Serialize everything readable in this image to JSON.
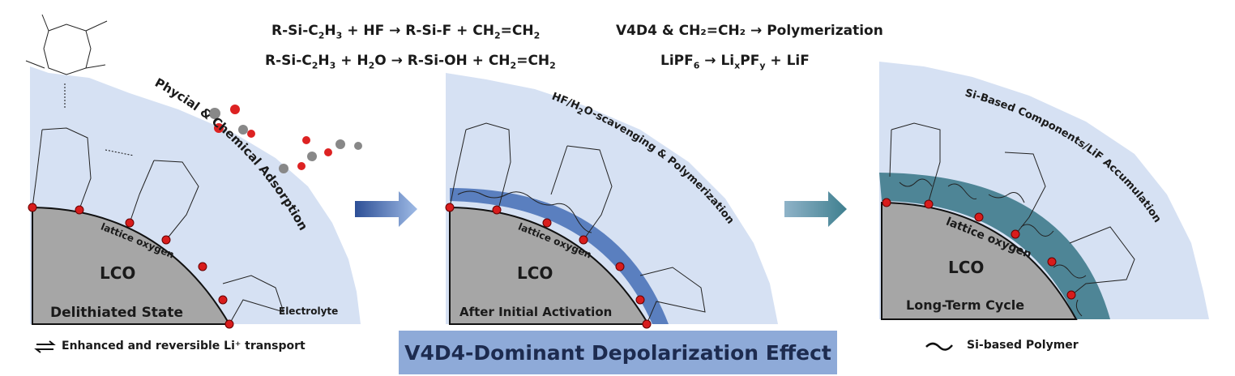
{
  "equations": {
    "eq1": {
      "a": "R-Si-C",
      "s1": "2",
      "b": "H",
      "s2": "3",
      "c": " + HF → R-Si-F + CH",
      "s3": "2",
      "d": "=CH",
      "s4": "2"
    },
    "eq2": {
      "a": "R-Si-C",
      "s1": "2",
      "b": "H",
      "s2": "3",
      "c": " + H",
      "s3": "2",
      "d": "O → R-Si-OH + CH",
      "s4": "2",
      "e": "=CH",
      "s5": "2"
    },
    "eq3": "V4D4 & CH₂=CH₂ → Polymerization",
    "eq4": {
      "a": "LiPF",
      "s1": "6",
      "b": " → Li",
      "s2": "x",
      "c": "PF",
      "s3": "y",
      "d": " + LiF"
    }
  },
  "panels": [
    {
      "state": "Delithiated State",
      "core": "LCO",
      "surface": "lattice oxygen",
      "arc_label": "Phycial & Chemical Adsorption",
      "region": "Electrolyte"
    },
    {
      "state": "After Initial Activation",
      "core": "LCO",
      "surface": "lattice oxygen",
      "arc_label_a": "HF/H",
      "arc_label_sub": "2",
      "arc_label_b": "O-scavenging & Polymerization"
    },
    {
      "state": "Long-Term Cycle",
      "core": "LCO",
      "surface": "lattice oxygen",
      "arc_label": "Si-Based Components/LiF Accumulation"
    }
  ],
  "legend": {
    "transport": "Enhanced and reversible Li⁺ transport",
    "transport_icon": "equilibrium-arrows-icon",
    "polymer": "Si-based Polymer",
    "polymer_icon": "wavy-line-icon"
  },
  "banner": "V4D4-Dominant Depolarization Effect",
  "colors": {
    "electrolyte": "#d6e1f3",
    "lco": "#a6a6a6",
    "layer2": "#5a7fbf",
    "layer3": "#4e8596",
    "dot": "#d81c1c",
    "banner": "#8eaad8"
  }
}
